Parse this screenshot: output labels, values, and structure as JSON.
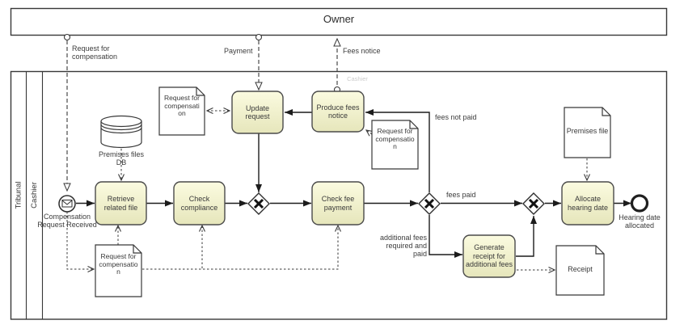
{
  "pools": {
    "owner": {
      "label": "Owner"
    },
    "tribunal": {
      "label": "Tribunal",
      "lane": "Cashier",
      "lane_watermark": "Cashier"
    }
  },
  "events": {
    "start": {
      "label": "Compensation Request Received",
      "icon": "message-envelope"
    },
    "end": {
      "label": "Hearing date allocated"
    }
  },
  "tasks": {
    "retrieve": {
      "label": "Retrieve related file"
    },
    "compliance": {
      "label": "Check compliance"
    },
    "update": {
      "label": "Update request"
    },
    "produce": {
      "label": "Produce fees notice"
    },
    "checkfee": {
      "label": "Check fee payment"
    },
    "generate": {
      "label": "Generate receipt for additional fees"
    },
    "allocate": {
      "label": "Allocate hearing date"
    }
  },
  "gateways": {
    "g1": {
      "type": "exclusive",
      "marker": "X"
    },
    "g2": {
      "type": "exclusive",
      "marker": "X"
    },
    "g3": {
      "type": "exclusive",
      "marker": "X"
    }
  },
  "data_objects": {
    "request_top": {
      "label": "Request for compensation"
    },
    "request_mid": {
      "label": "Request for compensation"
    },
    "request_bottom": {
      "label": "Request for compensation"
    },
    "premises_file": {
      "label": "Premises file"
    },
    "receipt": {
      "label": "Receipt"
    }
  },
  "data_store": {
    "label": "Premises files DB"
  },
  "message_flows": {
    "request": "Request for compensation",
    "payment": "Payment",
    "fees_notice": "Fees notice"
  },
  "flow_labels": {
    "fees_not_paid": "fees not paid",
    "fees_paid": "fees paid",
    "additional_fees": "additional fees required and paid"
  },
  "colors": {
    "task_fill_top": "#fbfbe0",
    "task_fill_bottom": "#e6e6bb",
    "stroke": "#3a3a3a",
    "watermark_gray": "#cbcbcb"
  }
}
